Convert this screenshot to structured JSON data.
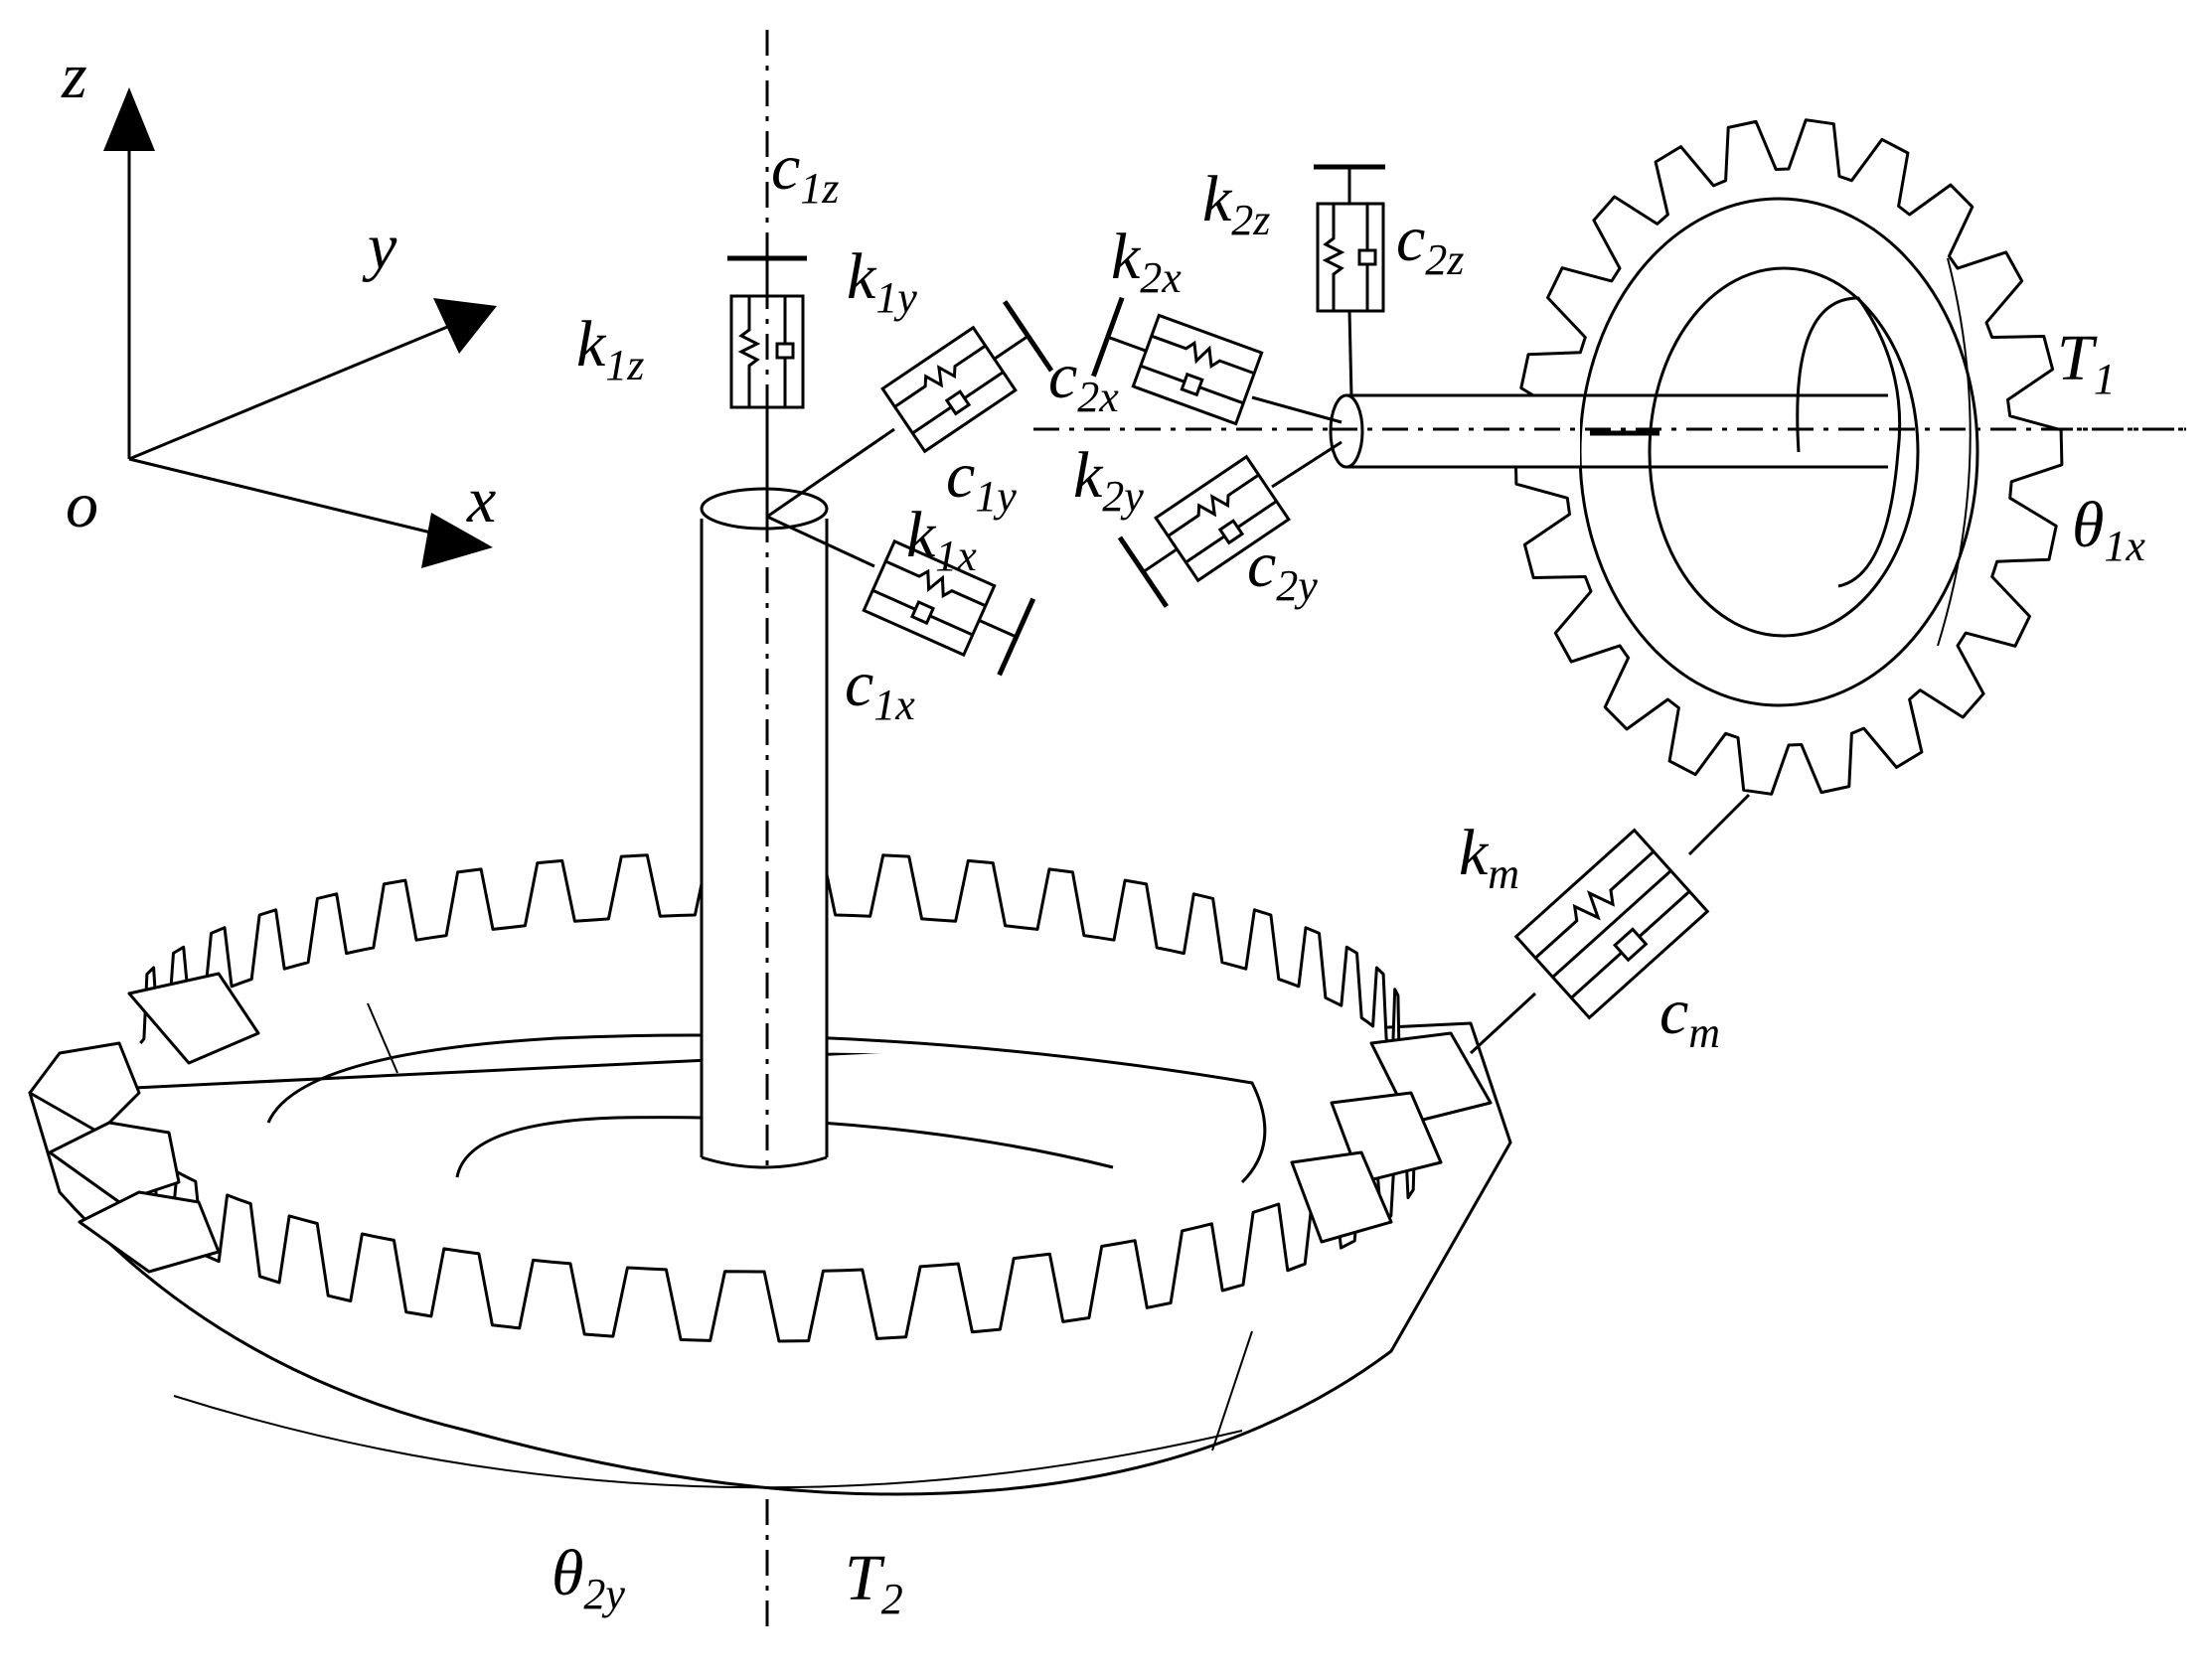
{
  "coordinate_axes": {
    "z": "z",
    "y": "y",
    "x": "x",
    "origin": "o"
  },
  "labels": {
    "c1z": {
      "base": "c",
      "sub": "1z"
    },
    "k1z": {
      "base": "k",
      "sub": "1z"
    },
    "k1y": {
      "base": "k",
      "sub": "1y"
    },
    "c1y": {
      "base": "c",
      "sub": "1y"
    },
    "k1x": {
      "base": "k",
      "sub": "1x"
    },
    "c1x": {
      "base": "c",
      "sub": "1x"
    },
    "k2z": {
      "base": "k",
      "sub": "2z"
    },
    "c2z": {
      "base": "c",
      "sub": "2z"
    },
    "k2x": {
      "base": "k",
      "sub": "2x"
    },
    "c2x": {
      "base": "c",
      "sub": "2x"
    },
    "k2y": {
      "base": "k",
      "sub": "2y"
    },
    "c2y": {
      "base": "c",
      "sub": "2y"
    },
    "T1": {
      "base": "T",
      "sub": "1"
    },
    "theta1x": {
      "base": "θ",
      "sub": "1x"
    },
    "km": {
      "base": "k",
      "sub": "m"
    },
    "cm": {
      "base": "c",
      "sub": "m"
    },
    "theta2y": {
      "base": "θ",
      "sub": "2y"
    },
    "T2": {
      "base": "T",
      "sub": "2"
    }
  }
}
